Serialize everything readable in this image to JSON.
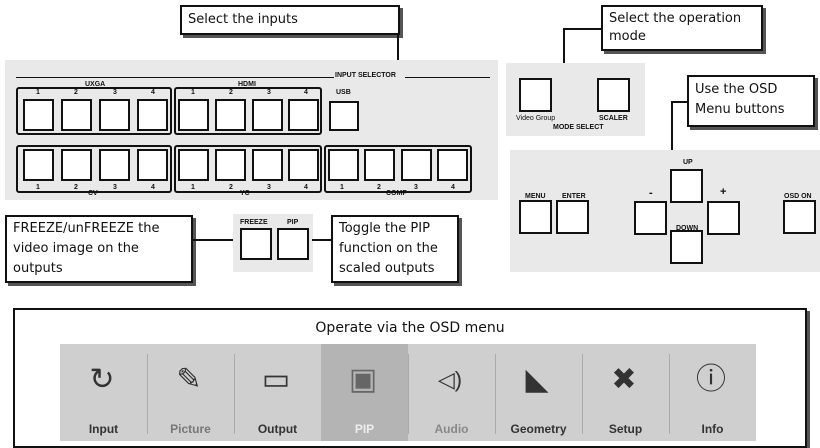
{
  "callouts": {
    "select_inputs": "Select the inputs",
    "operation_mode": "Select the operation mode",
    "osd_buttons": "Use the OSD Menu buttons",
    "freeze": "FREEZE/unFREEZE the video image on the outputs",
    "pip": "Toggle the PIP function on the scaled outputs"
  },
  "input_selector": {
    "title": "INPUT SELECTOR",
    "groups_top": [
      "UXGA",
      "HDMI",
      "USB"
    ],
    "groups_bottom": [
      "CV",
      "YC",
      "COMP"
    ],
    "numbers": [
      "1",
      "2",
      "3",
      "4"
    ]
  },
  "mode_select": {
    "title": "MODE SELECT",
    "left": "Video Group",
    "right": "SCALER"
  },
  "osd_panel": {
    "menu": "MENU",
    "enter": "ENTER",
    "up": "UP",
    "down": "DOWN",
    "minus": "-",
    "plus": "+",
    "osd_on": "OSD ON"
  },
  "freeze_pip": {
    "freeze": "FREEZE",
    "pip": "PIP"
  },
  "osd_menu": {
    "title": "Operate via the OSD menu",
    "items": [
      {
        "label": "Input",
        "icon": "input-icon",
        "glyph": "↻"
      },
      {
        "label": "Picture",
        "icon": "picture-icon",
        "glyph": "✎"
      },
      {
        "label": "Output",
        "icon": "output-icon",
        "glyph": "▭"
      },
      {
        "label": "PIP",
        "icon": "pip-icon",
        "glyph": "▣"
      },
      {
        "label": "Audio",
        "icon": "audio-icon",
        "glyph": "◁)"
      },
      {
        "label": "Geometry",
        "icon": "geometry-icon",
        "glyph": "◣"
      },
      {
        "label": "Setup",
        "icon": "setup-icon",
        "glyph": "✖"
      },
      {
        "label": "Info",
        "icon": "info-icon",
        "glyph": "ⓘ"
      }
    ]
  }
}
